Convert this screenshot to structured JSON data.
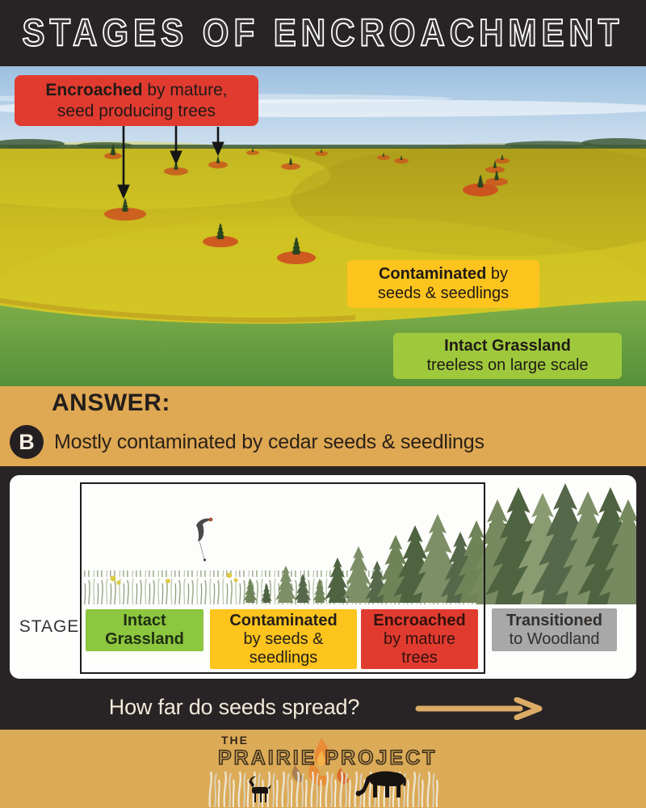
{
  "header": {
    "title": "STAGES OF ENCROACHMENT"
  },
  "photo": {
    "labels": {
      "encroached": {
        "line1_bold": "Encroached",
        "line1_rest": " by mature,",
        "line2": "seed producing trees",
        "bg": "#e13b30"
      },
      "contaminated": {
        "line1_bold": "Contaminated",
        "line1_rest": " by",
        "line2": "seeds & seedlings",
        "bg": "#fcc41d"
      },
      "intact": {
        "line1_bold": "Intact Grassland",
        "line2": "treeless on large scale",
        "bg": "#9fc93c"
      }
    }
  },
  "answer": {
    "heading": "ANSWER:",
    "option_letter": "B",
    "text": "Mostly contaminated by cedar seeds & seedlings",
    "bg": "#dfa853"
  },
  "stage_row": {
    "axis_label": "STAGE",
    "boxes": [
      {
        "id": "intact-grassland",
        "bg": "#8dc63f",
        "lines": [
          {
            "text": "Intact",
            "bold": true
          },
          {
            "text": "Grassland",
            "bold": true
          }
        ]
      },
      {
        "id": "contaminated",
        "bg": "#fcc41d",
        "lines": [
          {
            "text": "Contaminated",
            "bold": true
          },
          {
            "text": "by seeds &",
            "bold": false
          },
          {
            "text": "seedlings",
            "bold": false
          }
        ]
      },
      {
        "id": "encroached",
        "bg": "#e13b30",
        "lines": [
          {
            "text": "Encroached",
            "bold": true
          },
          {
            "text": "by mature",
            "bold": false
          },
          {
            "text": "trees",
            "bold": false
          }
        ]
      },
      {
        "id": "transitioned",
        "bg": "#a8a8a8",
        "lines": [
          {
            "text": "Transitioned",
            "bold": true
          },
          {
            "text": "to Woodland",
            "bold": false
          }
        ]
      }
    ]
  },
  "question": {
    "text": "How far do seeds spread?"
  },
  "footer": {
    "brand_top": "THE",
    "brand_name": "PRAIRIE PROJECT"
  },
  "colors": {
    "dark_bg": "#282324",
    "tan_band": "#dfa853",
    "footer_tan": "#dcab58",
    "red": "#e13b30",
    "yellow": "#fcc41d",
    "label_green": "#9fc93c",
    "box_green": "#8dc63f",
    "box_gray": "#a8a8a8",
    "arrow_tan": "#dcab66",
    "sky": "#a9cce7",
    "field_yellow": "#ccbe20",
    "foreground_green": "#6aa341"
  }
}
